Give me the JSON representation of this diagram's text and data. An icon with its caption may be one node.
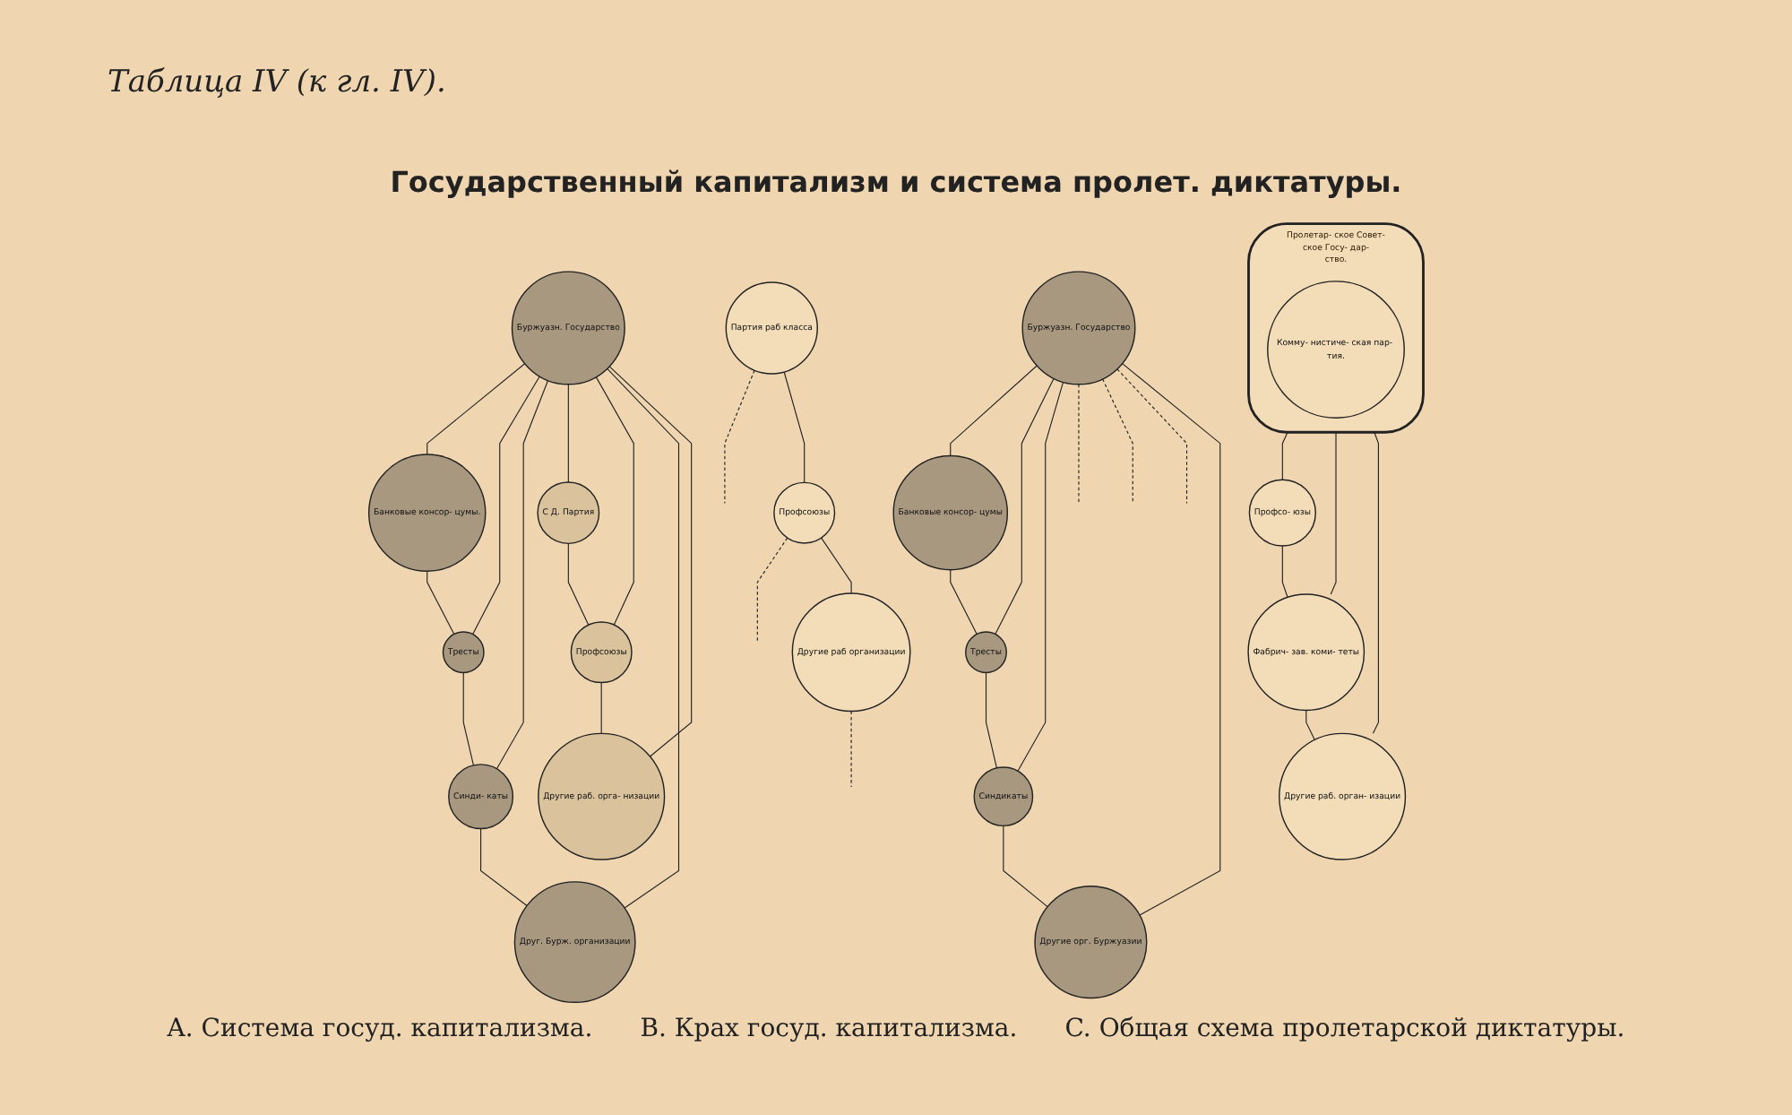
{
  "diagram": {
    "title": "Государственный капитализм и система пролет. диктатуры.",
    "nodes": [
      {
        "text": [
          "Буржуазн. Государство"
        ]
      },
      {
        "text": [
          "Банковые консор- цумы."
        ]
      },
      {
        "text": [
          "Тресты"
        ]
      },
      {
        "text": [
          "Синди- каты"
        ]
      },
      {
        "text": [
          "Друг. Бурж. организации"
        ]
      },
      {
        "text": [
          "С Д. Партия"
        ]
      },
      {
        "text": [
          "Профсоюзы"
        ]
      },
      {
        "text": [
          "Другие раб. орга- низации"
        ]
      },
      {
        "text": [
          "Буржуазн. Государство"
        ]
      },
      {
        "text": [
          "Банковые консор- цумы"
        ]
      },
      {
        "text": [
          "Тресты"
        ]
      },
      {
        "text": [
          "Синдикаты"
        ]
      },
      {
        "text": [
          "Другие орг. Буржуазии"
        ]
      },
      {
        "text": [
          "Партия раб класса"
        ]
      },
      {
        "text": [
          "Профсоюзы"
        ]
      },
      {
        "text": [
          "Другие раб организации"
        ]
      },
      {
        "text": [
          "Пролетар- ское Совет- ское Госу- дар- ство."
        ]
      },
      {
        "text": [
          "Комму- нистиче- ская пар- тия."
        ],
        "in": 16
      },
      {
        "text": [
          "Профсо- юзы"
        ]
      },
      {
        "text": [
          "Фабрич- зав. коми- теты"
        ]
      },
      {
        "text": [
          "Другие раб. орган- изации"
        ]
      }
    ],
    "edges": [
      {
        "from": 0,
        "to": 1,
        "arrow": "none"
      },
      {
        "from": 0,
        "to": 2,
        "arrow": "none"
      },
      {
        "from": 0,
        "to": 3,
        "arrow": "none"
      },
      {
        "from": 0,
        "to": 5,
        "arrow": "none"
      },
      {
        "from": 0,
        "to": 6,
        "arrow": "none"
      },
      {
        "from": 0,
        "to": 4,
        "arrow": "none"
      },
      {
        "from": 0,
        "to": 7,
        "arrow": "none"
      },
      {
        "from": 1,
        "to": 2,
        "arrow": "none"
      },
      {
        "from": 2,
        "to": 3,
        "arrow": "none"
      },
      {
        "from": 3,
        "to": 4,
        "arrow": "none"
      },
      {
        "from": 5,
        "to": 6,
        "arrow": "none"
      },
      {
        "from": 6,
        "to": 7,
        "arrow": "none"
      },
      {
        "from": 8,
        "to": 9,
        "arrow": "none"
      },
      {
        "from": 8,
        "to": 10,
        "arrow": "none"
      },
      {
        "from": 8,
        "to": 11,
        "arrow": "none"
      },
      {
        "from": 8,
        "to": null,
        "arrow": "none",
        "style": "dashed"
      },
      {
        "from": 8,
        "to": null,
        "arrow": "none",
        "style": "dashed"
      },
      {
        "from": 8,
        "to": null,
        "arrow": "none",
        "style": "dashed"
      },
      {
        "from": 8,
        "to": 12,
        "arrow": "none"
      },
      {
        "from": 9,
        "to": 10,
        "arrow": "none"
      },
      {
        "from": 10,
        "to": 11,
        "arrow": "none"
      },
      {
        "from": 11,
        "to": 12,
        "arrow": "none"
      },
      {
        "from": 13,
        "to": null,
        "arrow": "none",
        "style": "dashed"
      },
      {
        "from": 14,
        "to": null,
        "arrow": "none",
        "style": "dashed"
      },
      {
        "from": 15,
        "to": null,
        "arrow": "none",
        "style": "dashed"
      },
      {
        "from": 13,
        "to": 14,
        "arrow": "none"
      },
      {
        "from": 14,
        "to": 15,
        "arrow": "none"
      },
      {
        "from": 16,
        "to": 18,
        "arrow": "none"
      },
      {
        "from": 16,
        "to": 19,
        "arrow": "none"
      },
      {
        "from": 16,
        "to": 20,
        "arrow": "none"
      },
      {
        "from": 18,
        "to": 19,
        "arrow": "none"
      },
      {
        "from": 19,
        "to": 20,
        "arrow": "none"
      }
    ],
    "labels": [
      "Таблица IV (к гл. IV).",
      "A. Система госуд. капитализма.",
      "B. Крах госуд. капитализма.",
      "C. Общая схема пролетарской диктатуры."
    ]
  }
}
